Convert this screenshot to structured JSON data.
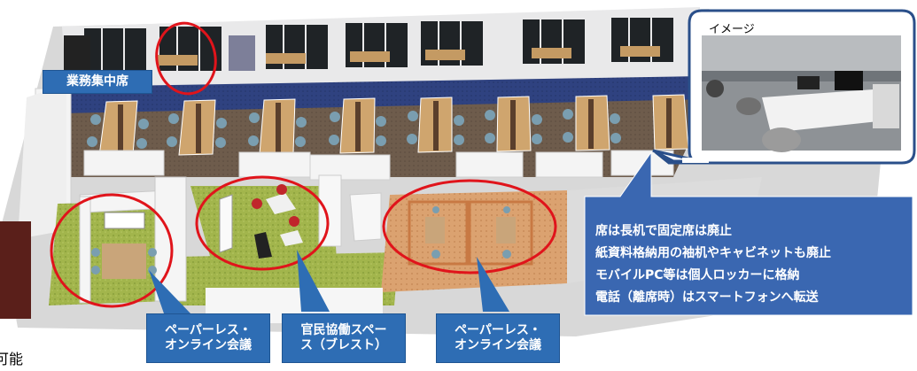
{
  "labels": {
    "gyomu": "業務集中席",
    "paperless_left_1": "ペーパーレス・",
    "paperless_left_2": "オンライン会議",
    "kanmin_1": "官民協働スペー",
    "kanmin_2": "ス（ブレスト）",
    "paperless_right_1": "ペーパーレス・",
    "paperless_right_2": "オンライン会議"
  },
  "image_caption": "イメージ",
  "callout_lines": [
    "席は長机で固定席は廃止",
    "紙資料格納用の袖机やキャビネットも廃止",
    "モバイルPC等は個人ロッカーに格納",
    "電話（離席時）はスマートフォンへ転送"
  ],
  "footnote": "可能",
  "colors": {
    "label_blue": "#2e6db4",
    "callout_blue": "#3a67b1",
    "highlight_red": "#e0141b",
    "floor_green": "#9fb24a",
    "floor_orange": "#d9a06a",
    "carpet_brown": "#6d5a4a",
    "aisle_blue": "#2d3f7a"
  }
}
